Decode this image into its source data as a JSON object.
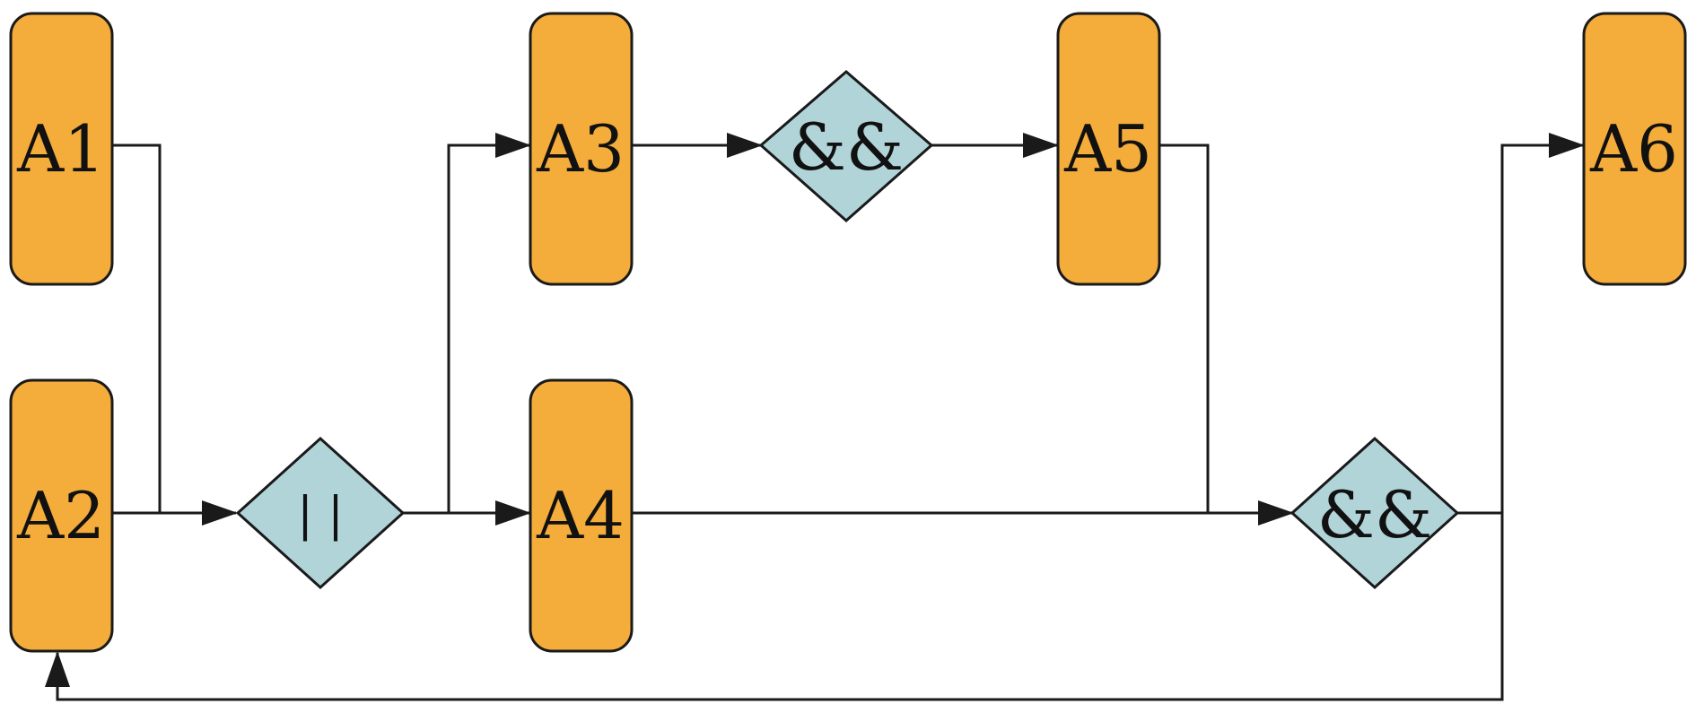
{
  "colors": {
    "activity_fill": "#F4AC3B",
    "gate_fill": "#B1D4D8",
    "stroke": "#1a1a1a"
  },
  "nodes": {
    "a1": "A1",
    "a2": "A2",
    "a3": "A3",
    "a4": "A4",
    "a5": "A5",
    "a6": "A6"
  },
  "gates": {
    "or_gate": "| |",
    "and_gate_1": "&&",
    "and_gate_2": "&&"
  }
}
